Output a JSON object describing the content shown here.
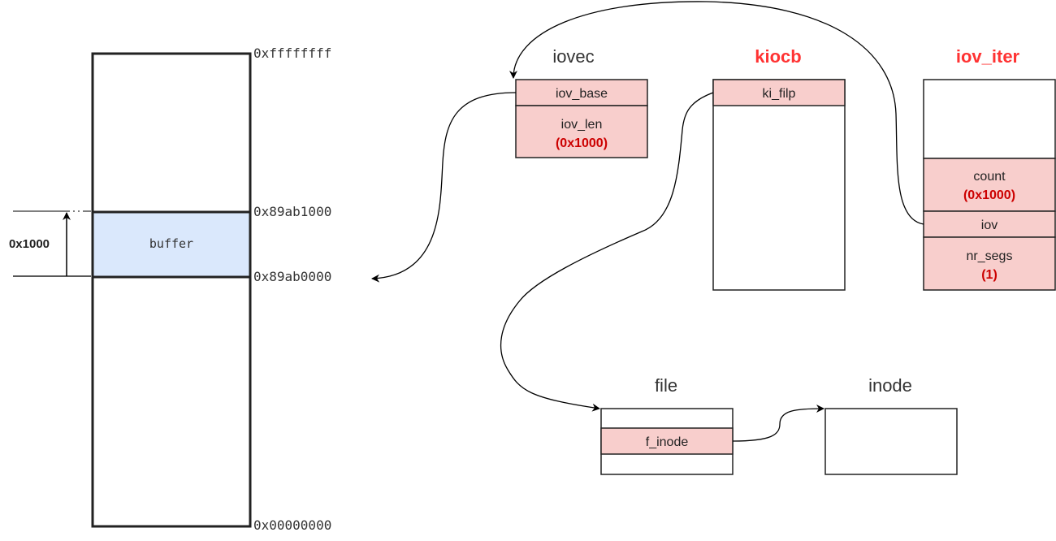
{
  "colors": {
    "field_fill": "#f8cecc",
    "buffer_fill": "#dae8fc",
    "accent_red": "#ff3333",
    "value_red": "#cc0000",
    "line": "#000000",
    "addr_text": "#333333"
  },
  "memory": {
    "addresses": {
      "top": "0xffffffff",
      "buffer_end": "0x89ab1000",
      "buffer_start": "0x89ab0000",
      "bottom": "0x00000000"
    },
    "buffer_label": "buffer",
    "size_label": "0x1000"
  },
  "structs": {
    "iovec": {
      "title": "iovec",
      "fields": [
        {
          "name": "iov_base",
          "value": ""
        },
        {
          "name": "iov_len",
          "value": "(0x1000)"
        }
      ]
    },
    "kiocb": {
      "title": "kiocb",
      "fields": [
        {
          "name": "ki_filp",
          "value": ""
        }
      ]
    },
    "iov_iter": {
      "title": "iov_iter",
      "fields": [
        {
          "name": "count",
          "value": "(0x1000)"
        },
        {
          "name": "iov",
          "value": ""
        },
        {
          "name": "nr_segs",
          "value": "(1)"
        }
      ]
    },
    "file": {
      "title": "file",
      "fields": [
        {
          "name": "f_inode",
          "value": ""
        }
      ]
    },
    "inode": {
      "title": "inode",
      "fields": []
    }
  },
  "edges": [
    {
      "from": "iovec.iov_base",
      "to": "memory.buffer_start"
    },
    {
      "from": "kiocb.ki_filp",
      "to": "file"
    },
    {
      "from": "iov_iter.iov",
      "to": "iovec"
    },
    {
      "from": "file.f_inode",
      "to": "inode"
    }
  ]
}
